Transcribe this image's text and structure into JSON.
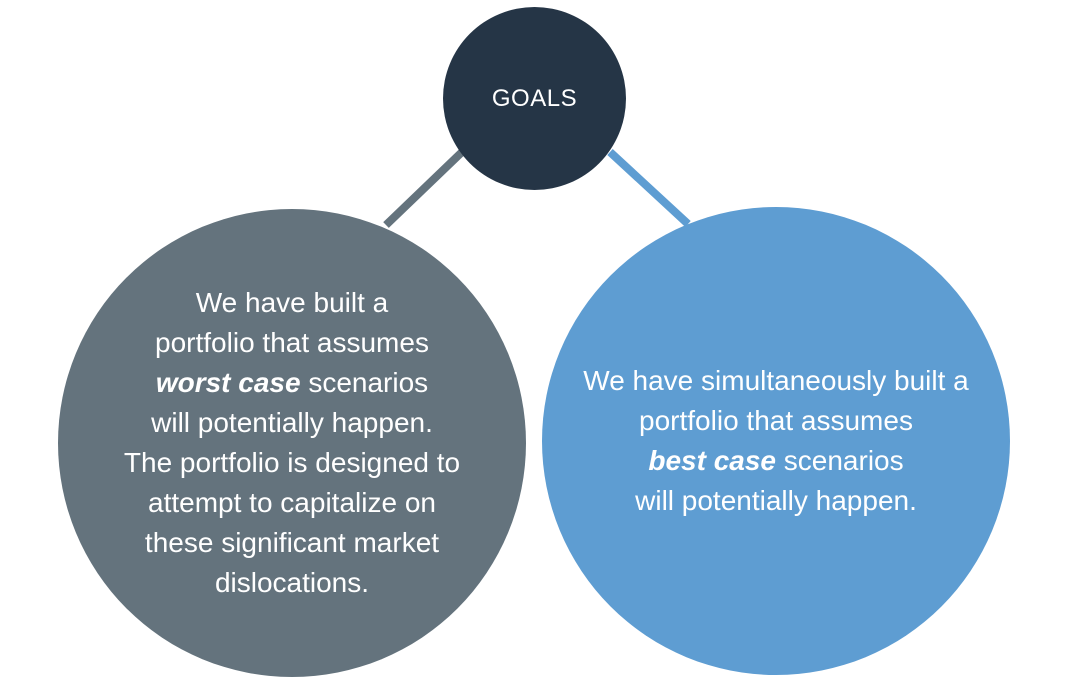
{
  "goals": {
    "label": "GOALS"
  },
  "left_circle": {
    "lines": [
      "We have built a",
      "portfolio that assumes",
      "",
      "will potentially happen.",
      "The portfolio is designed to",
      "attempt to capitalize on",
      "these significant market",
      "dislocations."
    ],
    "emphasis": "worst case",
    "emphasis_rest": " scenarios"
  },
  "right_circle": {
    "lines": [
      "We have simultaneously built a",
      "portfolio that assumes",
      "",
      "will potentially happen."
    ],
    "emphasis": "best case",
    "emphasis_rest": " scenarios"
  },
  "colors": {
    "goals_circle": "#253546",
    "left_circle": "#64737d",
    "right_circle": "#5e9dd2",
    "left_connector": "#64737d",
    "right_connector": "#5e9dd2"
  }
}
